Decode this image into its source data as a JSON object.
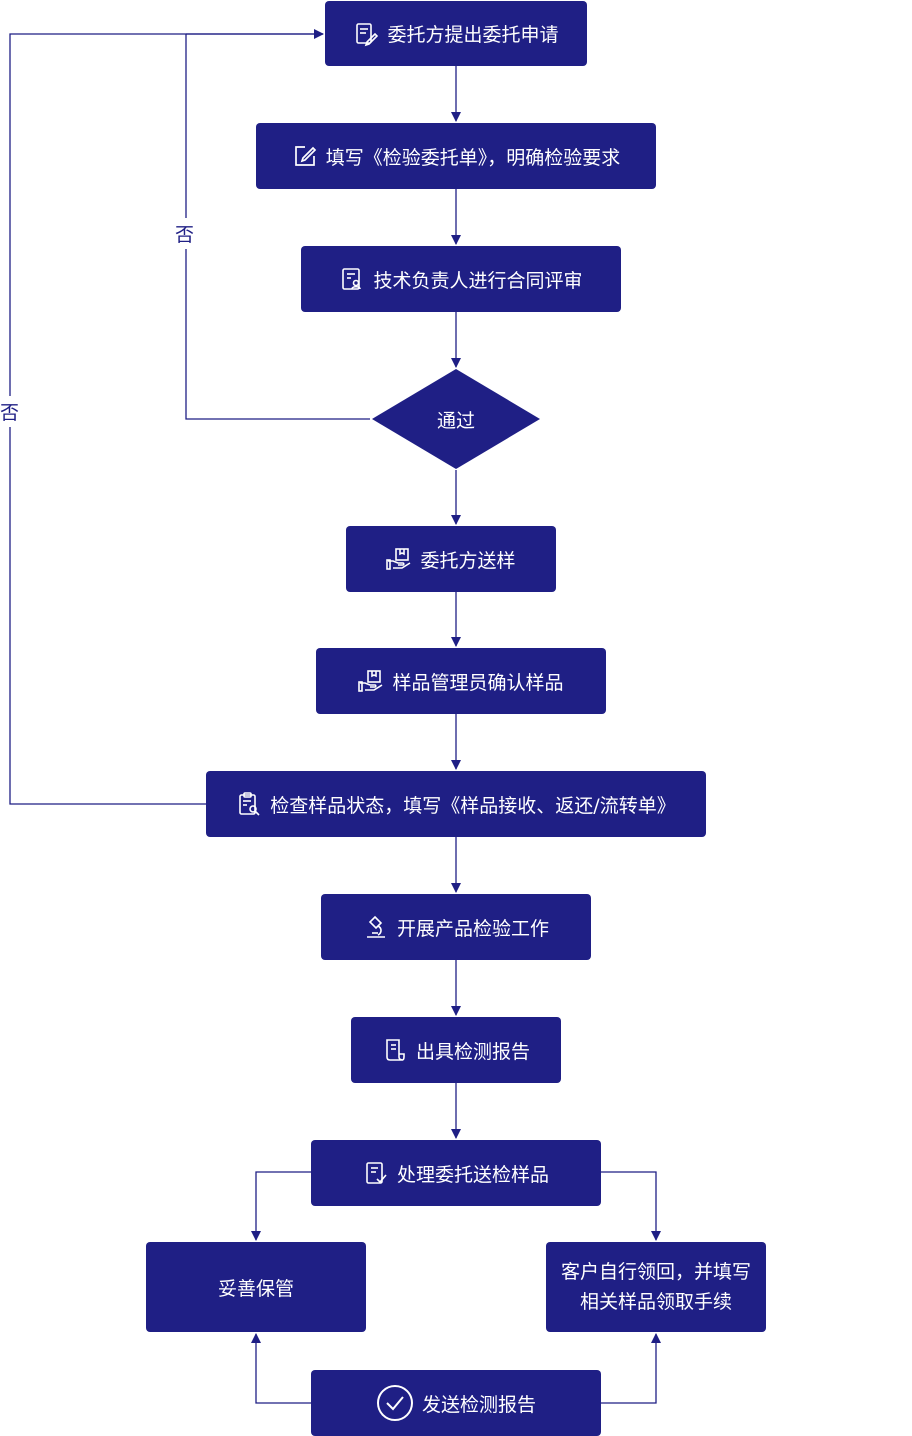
{
  "flow": {
    "steps": {
      "s1": "委托方提出委托申请",
      "s2": "填写《检验委托单》，明确检验要求",
      "s3": "技术负责人进行合同评审",
      "decision": "通过",
      "s4": "委托方送样",
      "s5": "样品管理员确认样品",
      "s6": "检查样品状态，填写《样品接收、返还/流转单》",
      "s7": "开展产品检验工作",
      "s8": "出具检测报告",
      "s9": "处理委托送检样品",
      "left": "妥善保管",
      "right_line1": "客户自行领回，并填写",
      "right_line2": "相关样品领取手续",
      "s10": "发送检测报告"
    },
    "no_label_inner": "否",
    "no_label_outer": "否"
  },
  "colors": {
    "node": "#1f1f85",
    "line": "#1f1f85",
    "text_on_node": "#ffffff"
  },
  "icons": {
    "s1": "form-pen-icon",
    "s2": "edit-icon",
    "s3": "review-document-icon",
    "s4": "hand-box-icon",
    "s5": "hand-box-icon",
    "s6": "clipboard-search-icon",
    "s7": "microscope-icon",
    "s8": "report-icon",
    "s9": "checklist-icon",
    "s10": "check-circle-icon"
  }
}
